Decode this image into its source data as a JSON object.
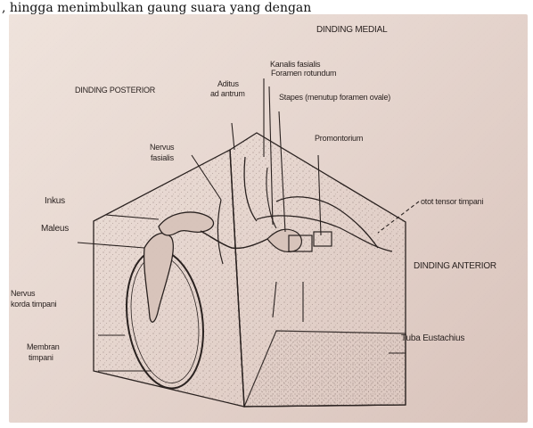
{
  "caption": ", hingga menimbulkan gaung suara yang dengan",
  "walls": {
    "medial": "DINDING MEDIAL",
    "posterior": "DINDING POSTERIOR",
    "anterior": "DINDING ANTERIOR"
  },
  "labels": {
    "aditus_line1": "Aditus",
    "aditus_line2": "ad antrum",
    "kanalis": "Kanalis fasialis",
    "foramen_rotundum": "Foramen rotundum",
    "stapes": "Stapes (menutup foramen ovale)",
    "promontorium": "Promontorium",
    "nervus_fasialis_line1": "Nervus",
    "nervus_fasialis_line2": "fasialis",
    "inkus": "Inkus",
    "maleus": "Maleus",
    "otot_tensor": "otot tensor timpani",
    "nervus_korda_line1": "Nervus",
    "nervus_korda_line2": "korda timpani",
    "membran_line1": "Membran",
    "membran_line2": "timpani",
    "tuba": "Tuba Eustachius"
  },
  "colors": {
    "ink": "#2a2220",
    "paper": "#efe3dc",
    "stipple": "#6e5a55"
  }
}
